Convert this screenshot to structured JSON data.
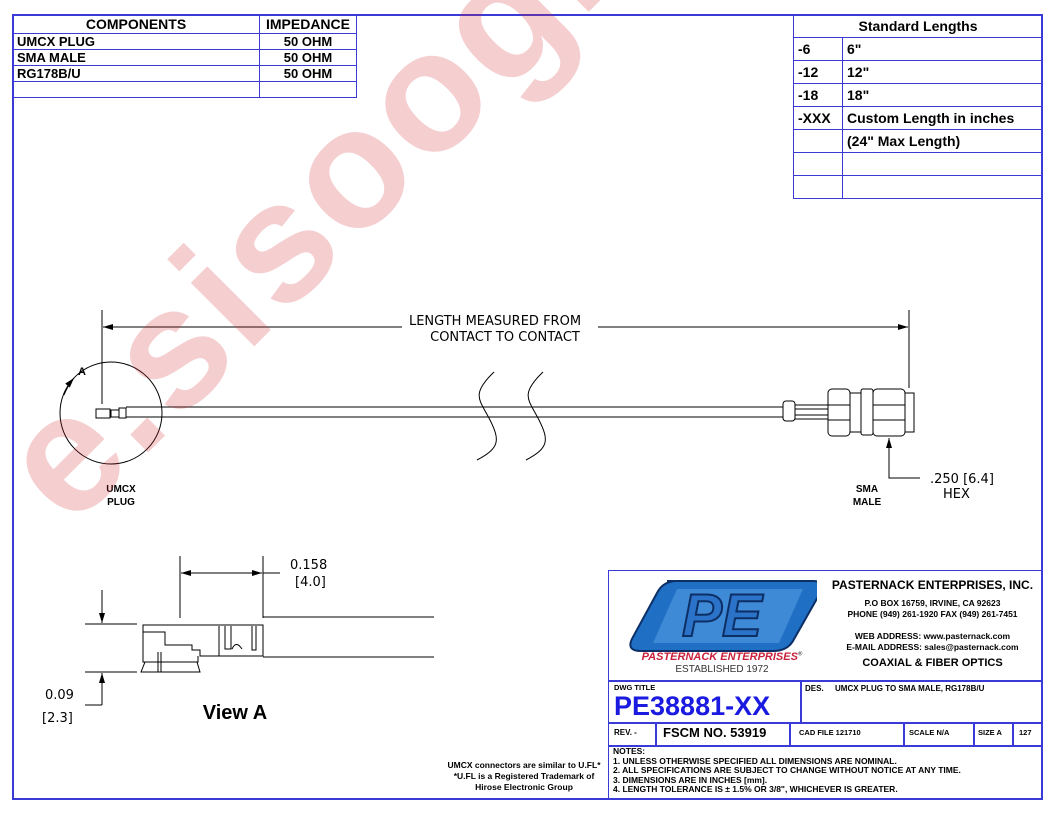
{
  "components_table": {
    "headers": [
      "COMPONENTS",
      "IMPEDANCE"
    ],
    "rows": [
      [
        "UMCX PLUG",
        "50 OHM"
      ],
      [
        "SMA MALE",
        "50 OHM"
      ],
      [
        "RG178B/U",
        "50 OHM"
      ],
      [
        "",
        ""
      ]
    ]
  },
  "standard_lengths": {
    "title": "Standard Lengths",
    "rows": [
      [
        "-6",
        "6\""
      ],
      [
        "-12",
        "12\""
      ],
      [
        "-18",
        "18\""
      ],
      [
        "-XXX",
        "Custom Length in inches"
      ],
      [
        "",
        "(24\" Max Length)"
      ],
      [
        "",
        ""
      ],
      [
        "",
        ""
      ]
    ]
  },
  "drawing": {
    "length_label_1": "LENGTH MEASURED FROM",
    "length_label_2": "CONTACT TO CONTACT",
    "detail_marker": "A",
    "left_connector_1": "UMCX",
    "left_connector_2": "PLUG",
    "right_connector_1": "SMA",
    "right_connector_2": "MALE",
    "hex_dim_1": ".250 [6.4]",
    "hex_dim_2": "HEX",
    "view_a": {
      "title": "View A",
      "width_dim_1": "0.158",
      "width_dim_2": "[4.0]",
      "height_dim_1": "0.09",
      "height_dim_2": "[2.3]"
    }
  },
  "footnote": [
    "UMCX connectors are similar to U.FL*",
    "*U.FL is a Registered Trademark of",
    "Hirose Electronic Group"
  ],
  "title_block": {
    "logo_letters": "PE",
    "logo_company": "PASTERNACK ENTERPRISES",
    "logo_registered": "®",
    "logo_established": "ESTABLISHED 1972",
    "company": "PASTERNACK ENTERPRISES, INC.",
    "address": "P.O BOX 16759, IRVINE, CA 92623",
    "phone": "PHONE (949) 261-1920 FAX (949) 261-7451",
    "web": "WEB ADDRESS: www.pasternack.com",
    "email": "E-MAIL ADDRESS: sales@pasternack.com",
    "tagline": "COAXIAL & FIBER OPTICS",
    "dwg_title_label": "DWG TITLE",
    "dwg_title": "PE38881-XX",
    "des_label": "DES.",
    "description": "UMCX PLUG TO SMA MALE, RG178B/U",
    "rev": "REV. -",
    "fscm": "FSCM NO.  53919",
    "cad_file": "CAD FILE    121710",
    "scale": "SCALE  N/A",
    "size": "SIZE  A",
    "sheet": "127",
    "notes_label": "NOTES:",
    "notes": [
      "1.  UNLESS OTHERWISE SPECIFIED ALL DIMENSIONS ARE NOMINAL.",
      "2.  ALL SPECIFICATIONS ARE SUBJECT TO CHANGE WITHOUT NOTICE AT ANY TIME.",
      "3.  DIMENSIONS ARE IN INCHES [mm].",
      "4.  LENGTH TOLERANCE IS ± 1.5% OR 3/8\", WHICHEVER IS GREATER."
    ]
  },
  "watermark": "e.sisoog.com",
  "colors": {
    "border": "#3a3ad8",
    "title": "#1a1ae0",
    "logo_blue": "#1f6fc4",
    "logo_red": "#c8203a",
    "watermark": "#d4252f"
  }
}
